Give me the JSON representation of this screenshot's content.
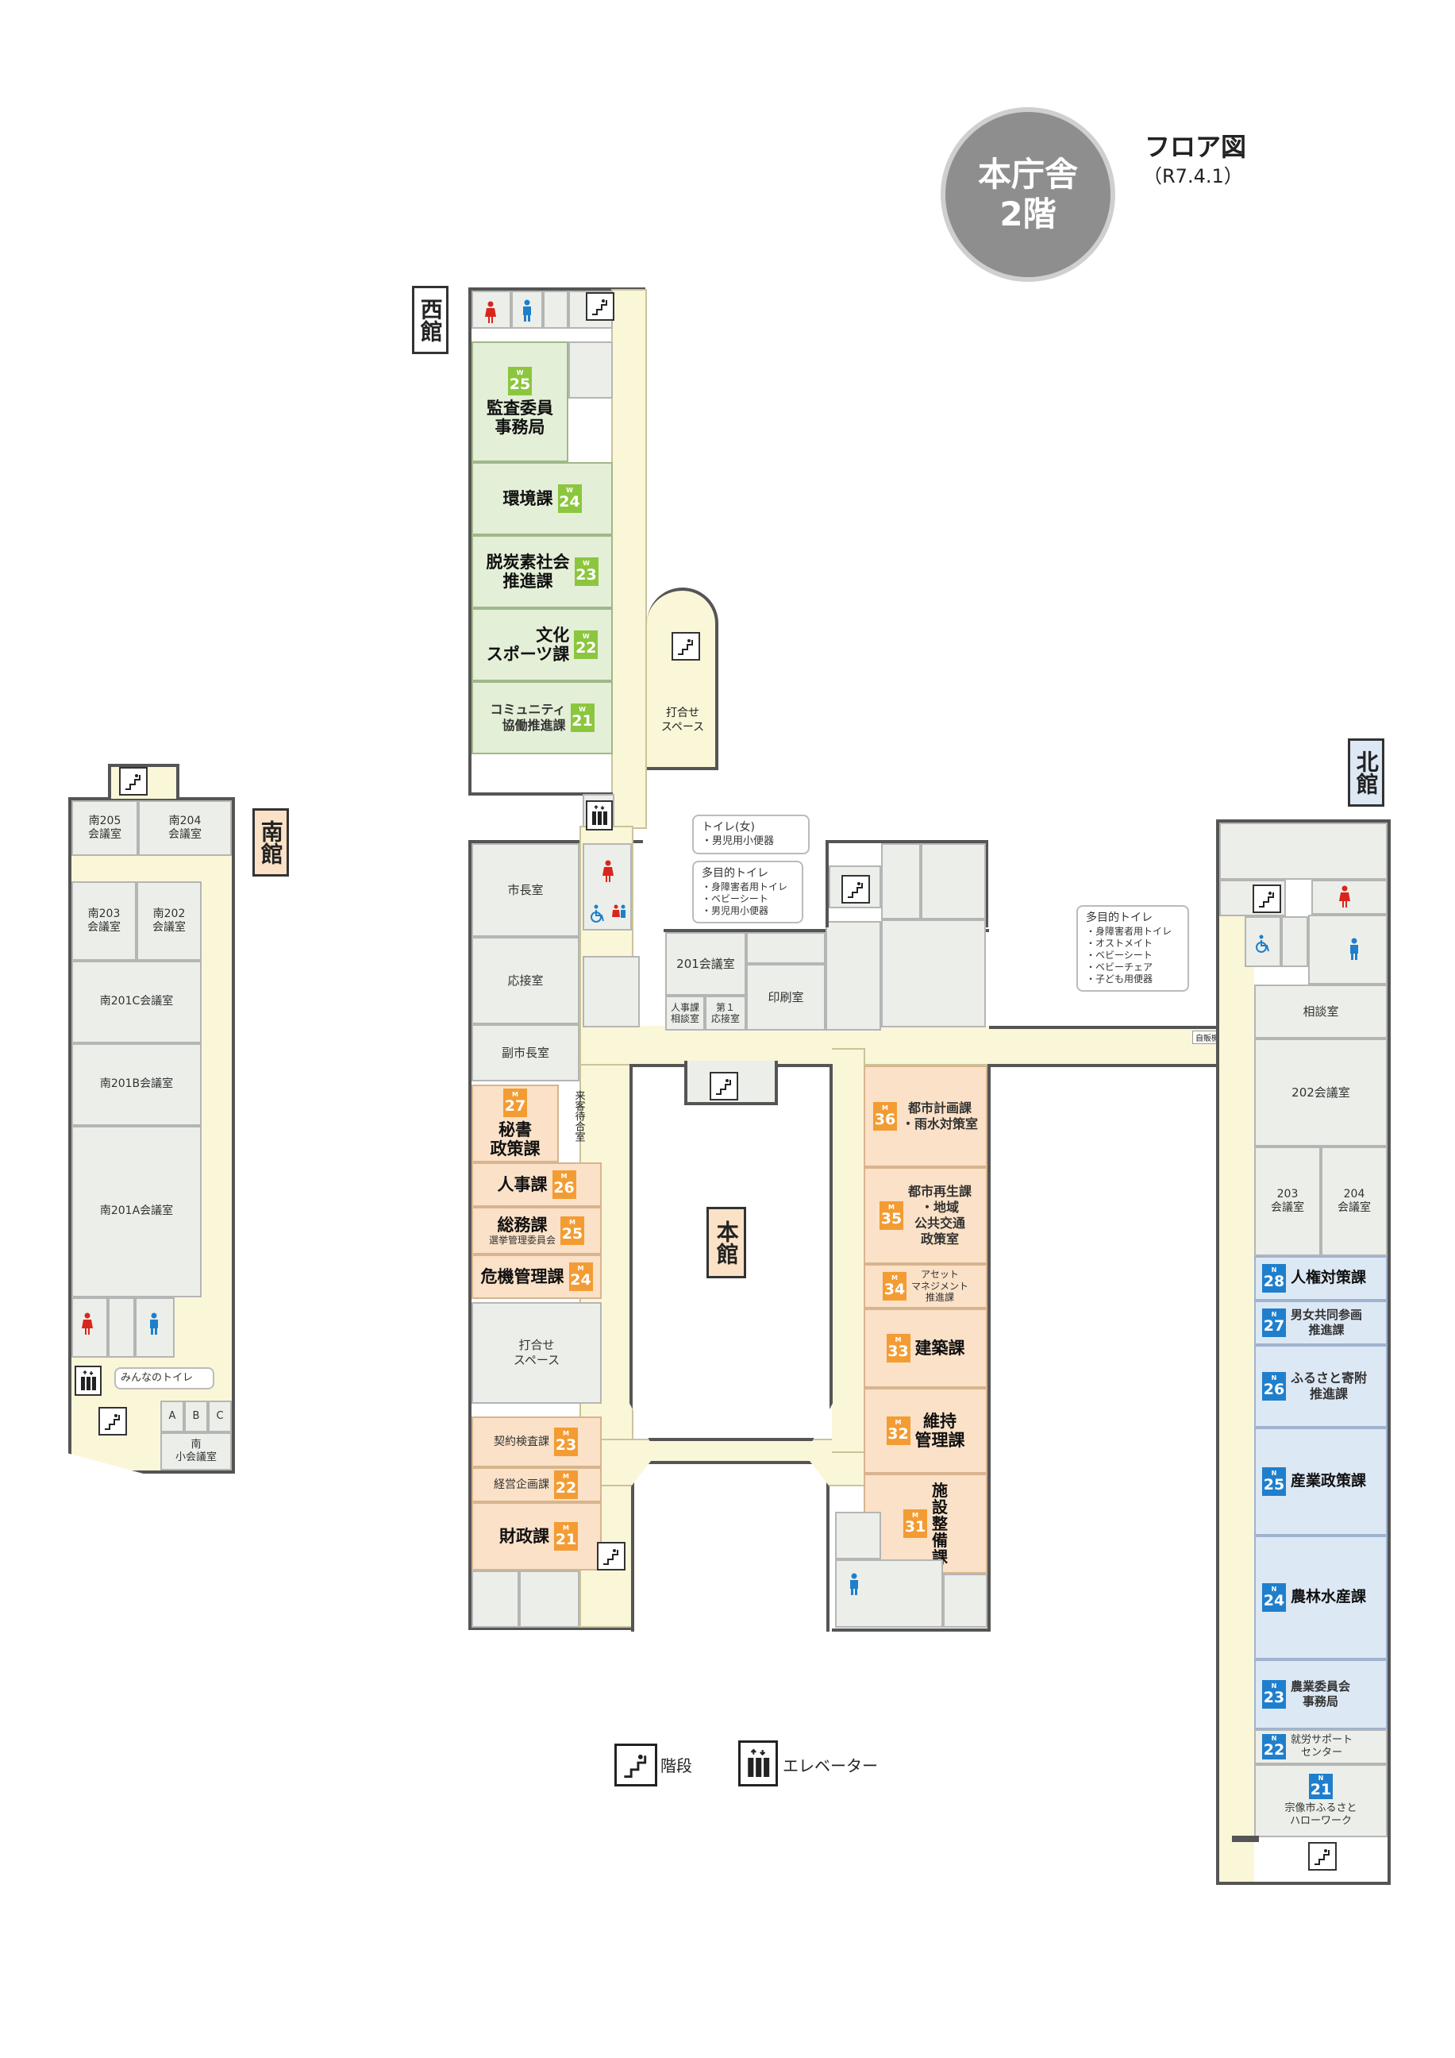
{
  "header": {
    "title_line1": "本庁舎",
    "title_line2": "2階",
    "floormap_label": "フロア図",
    "date": "（R7.4.1）"
  },
  "buildings": {
    "west": "西館",
    "south": "南館",
    "north": "北館",
    "main": "本館"
  },
  "west": {
    "rooms": [
      {
        "name": "監査委員\n事務局",
        "prefix": "W",
        "num": "25"
      },
      {
        "name": "環境課",
        "prefix": "W",
        "num": "24"
      },
      {
        "name": "脱炭素社会\n推進課",
        "prefix": "W",
        "num": "23"
      },
      {
        "name": "文化\nスポーツ課",
        "prefix": "W",
        "num": "22"
      },
      {
        "name": "コミュニティ\n協働推進課",
        "prefix": "W",
        "num": "21"
      }
    ],
    "meeting_space": "打合せ\nスペース"
  },
  "south": {
    "room205": "南205\n会議室",
    "room204": "南204\n会議室",
    "room203": "南203\n会議室",
    "room202": "南202\n会議室",
    "room201c": "南201C会議室",
    "room201b": "南201B会議室",
    "room201a": "南201A会議室",
    "abc": [
      "A",
      "B",
      "C"
    ],
    "small_meeting": "南\n小会議室",
    "minna_toilet": "みんなのトイレ"
  },
  "main": {
    "mayor": "市長室",
    "reception": "応接室",
    "vice_mayor": "副市長室",
    "waiting": "来客待合室",
    "room201": "201会議室",
    "jinji_consult": "人事課\n相談室",
    "reception1": "第１\n応接室",
    "printing": "印刷室",
    "meeting_space": "打合せ\nスペース",
    "left_rooms": [
      {
        "name": "秘書\n政策課",
        "prefix": "M",
        "num": "27"
      },
      {
        "name": "人事課",
        "prefix": "M",
        "num": "26"
      },
      {
        "name": "総務課",
        "sub": "選挙管理委員会",
        "prefix": "M",
        "num": "25"
      },
      {
        "name": "危機管理課",
        "prefix": "M",
        "num": "24"
      },
      {
        "name": "契約検査課",
        "prefix": "M",
        "num": "23"
      },
      {
        "name": "経営企画課",
        "prefix": "M",
        "num": "22"
      },
      {
        "name": "財政課",
        "prefix": "M",
        "num": "21"
      }
    ],
    "right_rooms": [
      {
        "name": "都市計画課\n・雨水対策室",
        "prefix": "M",
        "num": "36"
      },
      {
        "name": "都市再生課\n・地域\n公共交通\n政策室",
        "prefix": "M",
        "num": "35"
      },
      {
        "name": "アセット\nマネジメント\n推進課",
        "prefix": "M",
        "num": "34"
      },
      {
        "name": "建築課",
        "prefix": "M",
        "num": "33"
      },
      {
        "name": "維持\n管理課",
        "prefix": "M",
        "num": "32"
      },
      {
        "name": "施\n設\n整\n備\n課",
        "prefix": "M",
        "num": "31"
      }
    ]
  },
  "north": {
    "vending": "自販機",
    "consult": "相談室",
    "room202": "202会議室",
    "room203": "203\n会議室",
    "room204": "204\n会議室",
    "rooms": [
      {
        "name": "人権対策課",
        "prefix": "N",
        "num": "28"
      },
      {
        "name": "男女共同参画\n推進課",
        "prefix": "N",
        "num": "27"
      },
      {
        "name": "ふるさと寄附\n推進課",
        "prefix": "N",
        "num": "26"
      },
      {
        "name": "産業政策課",
        "prefix": "N",
        "num": "25"
      },
      {
        "name": "農林水産課",
        "prefix": "N",
        "num": "24"
      },
      {
        "name": "農業委員会\n事務局",
        "prefix": "N",
        "num": "23"
      },
      {
        "name": "就労サポート\nセンター",
        "prefix": "N",
        "num": "22"
      },
      {
        "name": "宗像市ふるさと\nハローワーク",
        "prefix": "N",
        "num": "21"
      }
    ]
  },
  "callouts": {
    "toilet_women": {
      "title": "トイレ(女)",
      "items": "・男児用小便器"
    },
    "multi_main": {
      "title": "多目的トイレ",
      "items": "・身障害者用トイレ\n・ベビーシート\n・男児用小便器"
    },
    "multi_north": {
      "title": "多目的トイレ",
      "items": "・身障害者用トイレ\n・オストメイト\n・ベビーシート\n・ベビーチェア\n・子ども用便器"
    }
  },
  "legend": {
    "stairs": "階段",
    "elevator": "エレベーター"
  },
  "colors": {
    "west_badge": "#8cc63f",
    "main_badge": "#f39c34",
    "north_badge": "#1f7fcc",
    "women_toilet": "#d9261c",
    "men_toilet": "#1f7fcc"
  }
}
